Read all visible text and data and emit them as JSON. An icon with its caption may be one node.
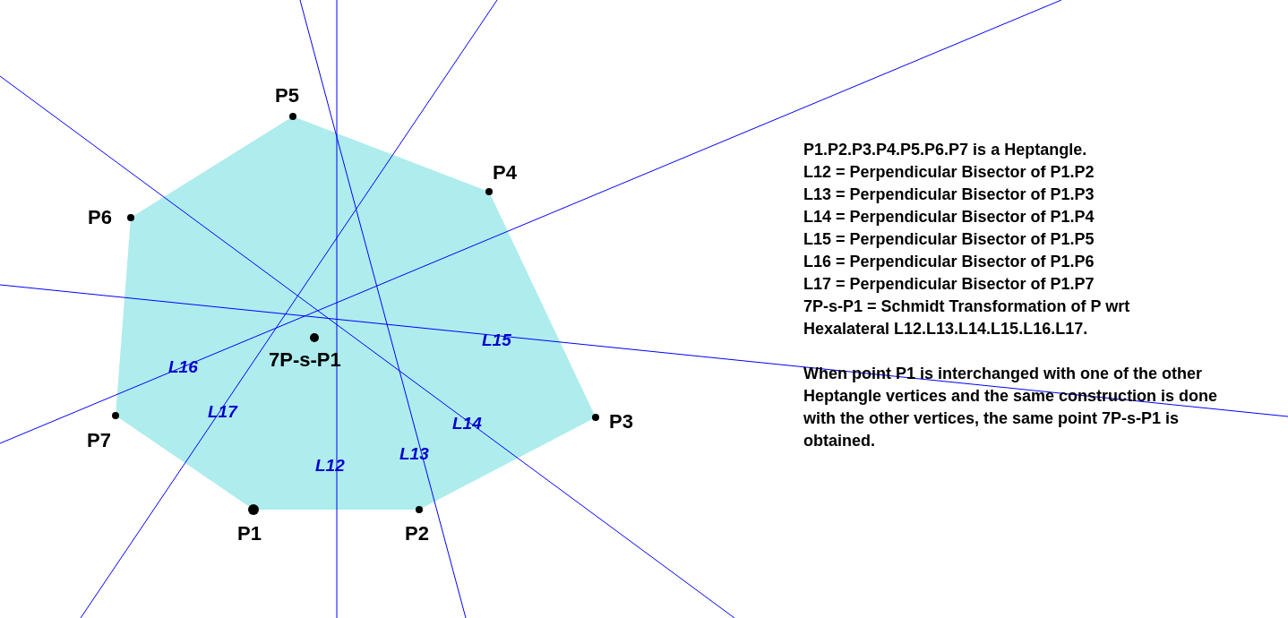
{
  "diagram": {
    "labels": [
      "P5",
      "P4",
      "P6",
      "L15",
      "7P-s-P1",
      "L16",
      "P3",
      "L17",
      "L14",
      "P7",
      "L13",
      "L12",
      "P1",
      "P2",
      "P1.P2.P3.P4.P5.P6.P7 is a Heptangle.",
      "L12 = Perpendicular Bisector of P1.P2",
      "L13 = Perpendicular Bisector of P1.P3",
      "L14 = Perpendicular Bisector of P1.P4",
      "L15 = Perpendicular Bisector of P1.P5",
      "L16 = Perpendicular Bisector of P1.P6",
      "L17 = Perpendicular Bisector of P1.P7",
      "7P-s-P1 = Schmidt Transformation of P wrt Hexalateral L12.L13.L14.L15.L16.L17.",
      "When point P1 is interchanged with one of the other Heptangle vertices and the same construction is done with the other vertices, the same point 7P-s-P1 is obtained."
    ]
  }
}
